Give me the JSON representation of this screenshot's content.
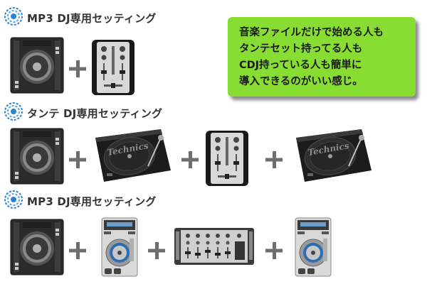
{
  "sections": [
    {
      "title": "MP3 DJ専用セッティング"
    },
    {
      "title": "タンテ DJ専用セッティング"
    },
    {
      "title": "MP3 DJ専用セッティング"
    }
  ],
  "note": {
    "lines": [
      "音楽ファイルだけで始める人も",
      "タンテセット持ってる人も",
      "CDJ持っている人も簡単に",
      "導入できるのがいい感じ。"
    ]
  },
  "turntable_brand": "Technics",
  "colors": {
    "note_bg": "#88dd33",
    "plus": "#6e6e6e",
    "icon_blue": "#2d7fd0"
  }
}
